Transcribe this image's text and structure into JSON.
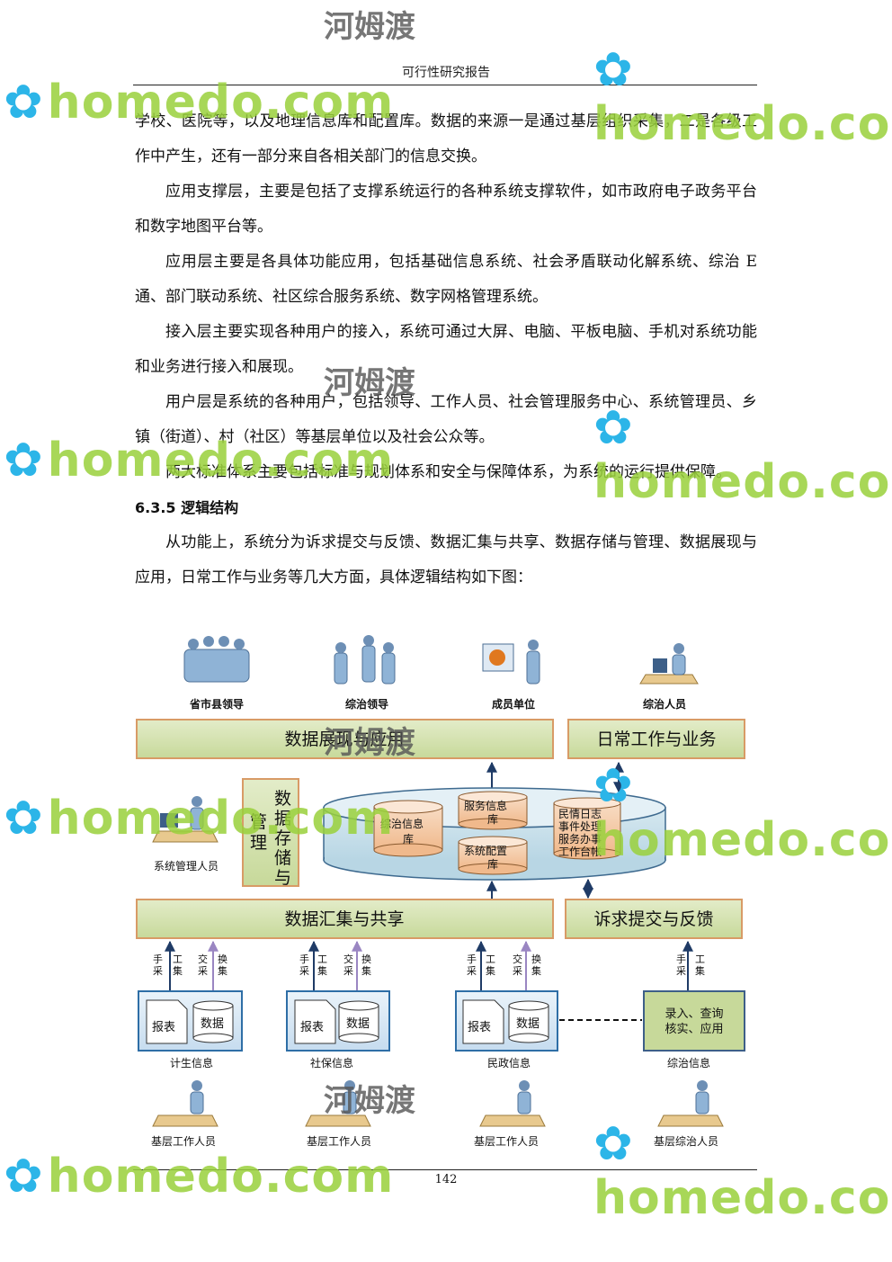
{
  "header": {
    "title": "可行性研究报告"
  },
  "paragraphs": [
    {
      "type": "cont",
      "text": "学校、医院等，以及地理信息库和配置库。数据的来源一是通过基层组织采集，二是各级工作中产生，还有一部分来自各相关部门的信息交换。"
    },
    {
      "type": "indent",
      "text": "应用支撑层，主要是包括了支撑系统运行的各种系统支撑软件，如市政府电子政务平台和数字地图平台等。"
    },
    {
      "type": "indent",
      "text": "应用层主要是各具体功能应用，包括基础信息系统、社会矛盾联动化解系统、综治 E 通、部门联动系统、社区综合服务系统、数字网格管理系统。"
    },
    {
      "type": "indent",
      "text": "接入层主要实现各种用户的接入，系统可通过大屏、电脑、平板电脑、手机对系统功能和业务进行接入和展现。"
    },
    {
      "type": "indent",
      "text": "用户层是系统的各种用户，包括领导、工作人员、社会管理服务中心、系统管理员、乡镇（街道）、村（社区）等基层单位以及社会公众等。"
    },
    {
      "type": "indent",
      "text": "两大标准体系主要包括标准与规划体系和安全与保障体系，为系统的运行提供保障。"
    },
    {
      "type": "heading",
      "text": "6.3.5 逻辑结构"
    },
    {
      "type": "indent",
      "text": "从功能上，系统分为诉求提交与反馈、数据汇集与共享、数据存储与管理、数据展现与应用，日常工作与业务等几大方面，具体逻辑结构如下图："
    }
  ],
  "diagram": {
    "top_users": [
      "省市县领导",
      "综治领导",
      "成员单位",
      "综治人员"
    ],
    "display_bar": "数据展现与应用",
    "daily_bar": "日常工作与业务",
    "storage_label": "数据存储与管理",
    "storage_label_chars_left": "管理",
    "storage_label_chars_right": "数据存储与",
    "sys_admin": "系统管理人员",
    "db_zongzhi": "综治信息库",
    "db_service": "服务信息库",
    "db_config": "系统配置库",
    "db_minqing": [
      "民情日志",
      "事件处理",
      "服务办事",
      "工作台帐"
    ],
    "collect_bar": "数据汇集与共享",
    "appeal_bar": "诉求提交与反馈",
    "manual_collect": [
      "手",
      "工",
      "采",
      "集"
    ],
    "exchange_collect": [
      "交",
      "换",
      "采",
      "集"
    ],
    "source_boxes": [
      {
        "report": "报表",
        "data": "数据",
        "name": "计生信息"
      },
      {
        "report": "报表",
        "data": "数据",
        "name": "社保信息"
      },
      {
        "report": "报表",
        "data": "数据",
        "name": "民政信息"
      }
    ],
    "zongzhi_box": {
      "line1": "录入、查询",
      "line2": "核实、应用",
      "name": "综治信息"
    },
    "bottom_users": [
      "基层工作人员",
      "基层工作人员",
      "基层工作人员",
      "基层综治人员"
    ]
  },
  "footer": {
    "page_number": "142"
  },
  "watermark": {
    "brand": "homedo.com",
    "cn": "河姆渡"
  }
}
